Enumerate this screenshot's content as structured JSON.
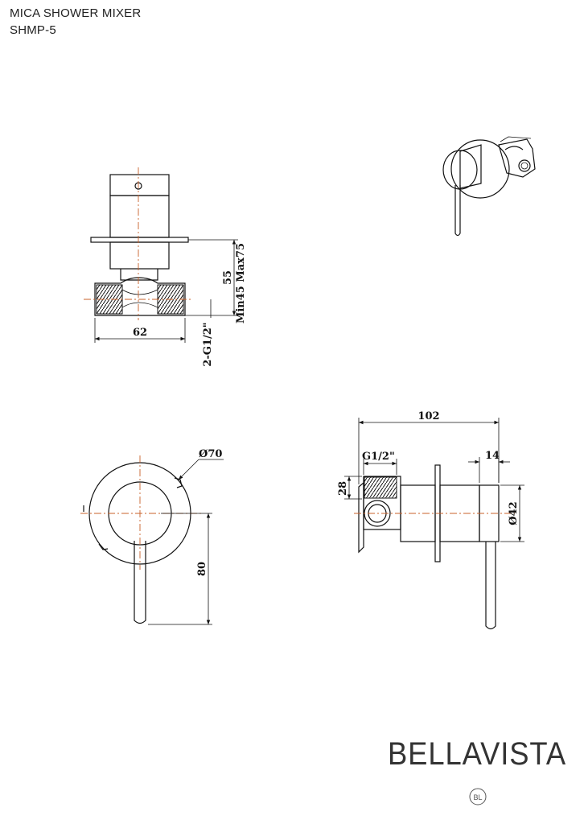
{
  "header": {
    "title": "MICA SHOWER MIXER",
    "model": "SHMP-5"
  },
  "dimensions": {
    "front_width": "62",
    "front_height": "55",
    "front_depth_range": "Min45 Max75",
    "front_thread": "2-G1/2\"",
    "plate_diameter": "Ø70",
    "lever_length": "80",
    "side_length": "102",
    "side_thread": "G1/2\"",
    "side_handle_depth": "14",
    "side_body_height": "28",
    "side_handle_diameter": "Ø42"
  },
  "brand": {
    "name": "BELLAVISTA",
    "emblem": "BL"
  }
}
